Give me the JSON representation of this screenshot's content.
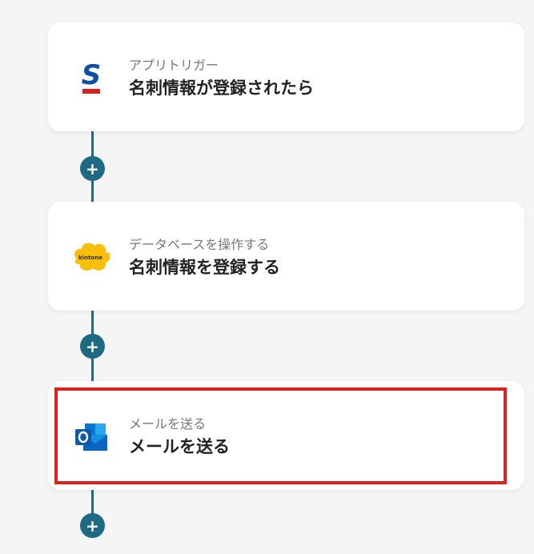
{
  "steps": [
    {
      "subtitle": "アプリトリガー",
      "title": "名刺情報が登録されたら",
      "icon": "sansan-icon"
    },
    {
      "subtitle": "データベースを操作する",
      "title": "名刺情報を登録する",
      "icon": "kintone-icon",
      "icon_label": "kintone"
    },
    {
      "subtitle": "メールを送る",
      "title": "メールを送る",
      "icon": "outlook-icon"
    }
  ],
  "add_button_symbol": "+",
  "colors": {
    "connector": "#1e6a83",
    "highlight": "#e0201c",
    "sansan": "#0d4ea6",
    "sansan_bar": "#d7201f",
    "kintone": "#f8be0a",
    "outlook": "#0a64c2"
  }
}
